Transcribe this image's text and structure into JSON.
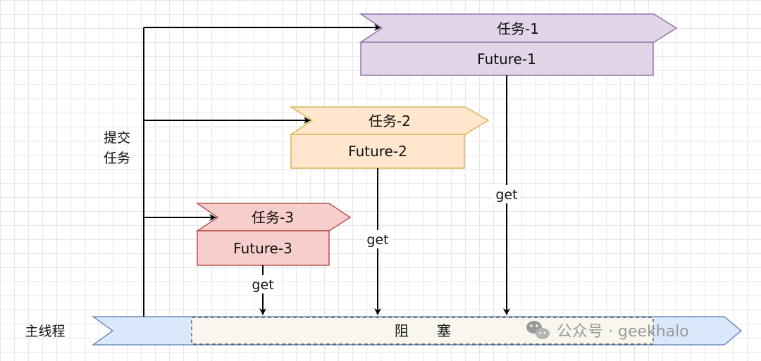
{
  "main_thread": {
    "label": "主线程",
    "blocking_label": "阻　　塞"
  },
  "submit_label_line1": "提交",
  "submit_label_line2": "任务",
  "tasks": [
    {
      "title": "任务-1",
      "future": "Future-1",
      "get": "get",
      "color": "#e1d5e7",
      "stroke": "#9673a6"
    },
    {
      "title": "任务-2",
      "future": "Future-2",
      "get": "get",
      "color": "#ffe6cc",
      "stroke": "#d6b656"
    },
    {
      "title": "任务-3",
      "future": "Future-3",
      "get": "get",
      "color": "#f8cecc",
      "stroke": "#b85450"
    }
  ],
  "colors": {
    "main_thread_fill": "#dae8fc",
    "main_thread_stroke": "#6c8ebf",
    "blocking_fill": "#f9f7ed"
  },
  "watermark": {
    "icon": "wechat-icon",
    "text": "公众号 · geekhalo"
  }
}
